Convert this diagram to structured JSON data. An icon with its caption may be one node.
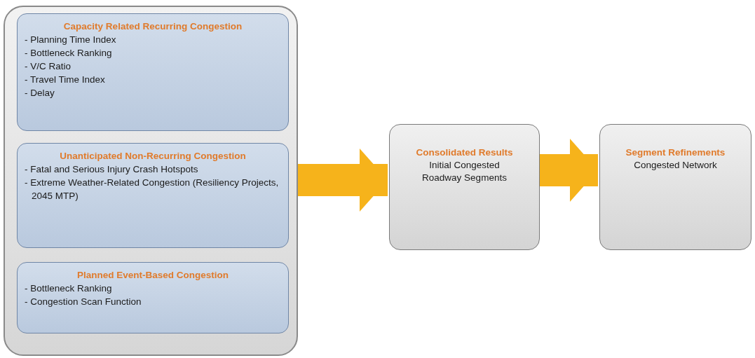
{
  "diagram": {
    "nodes": [
      {
        "text": [],
        "shape": "box"
      },
      {
        "text": [
          "Capacity Related Recurring Congestion",
          "- Planning Time Index",
          "- Bottleneck Ranking",
          "- V/C Ratio",
          "- Travel Time Index",
          "- Delay"
        ],
        "in": 0
      },
      {
        "text": [
          "Unanticipated Non-Recurring Congestion",
          "- Fatal and Serious Injury Crash Hotspots",
          "- Extreme Weather-Related Congestion (Resiliency Projects, 2045 MTP)"
        ],
        "in": 0
      },
      {
        "text": [
          "Planned Event-Based Congestion",
          "- Bottleneck Ranking",
          "- Congestion Scan Function"
        ],
        "in": 0
      },
      {
        "text": [
          "Consolidated Results",
          "Initial Congested Roadway Segments"
        ]
      },
      {
        "text": [
          "Segment Refinements",
          "Congested Network"
        ]
      }
    ],
    "edges": [
      {
        "from": 0,
        "to": 4,
        "arrow": "to"
      },
      {
        "from": 4,
        "to": 5,
        "arrow": "to"
      }
    ]
  }
}
